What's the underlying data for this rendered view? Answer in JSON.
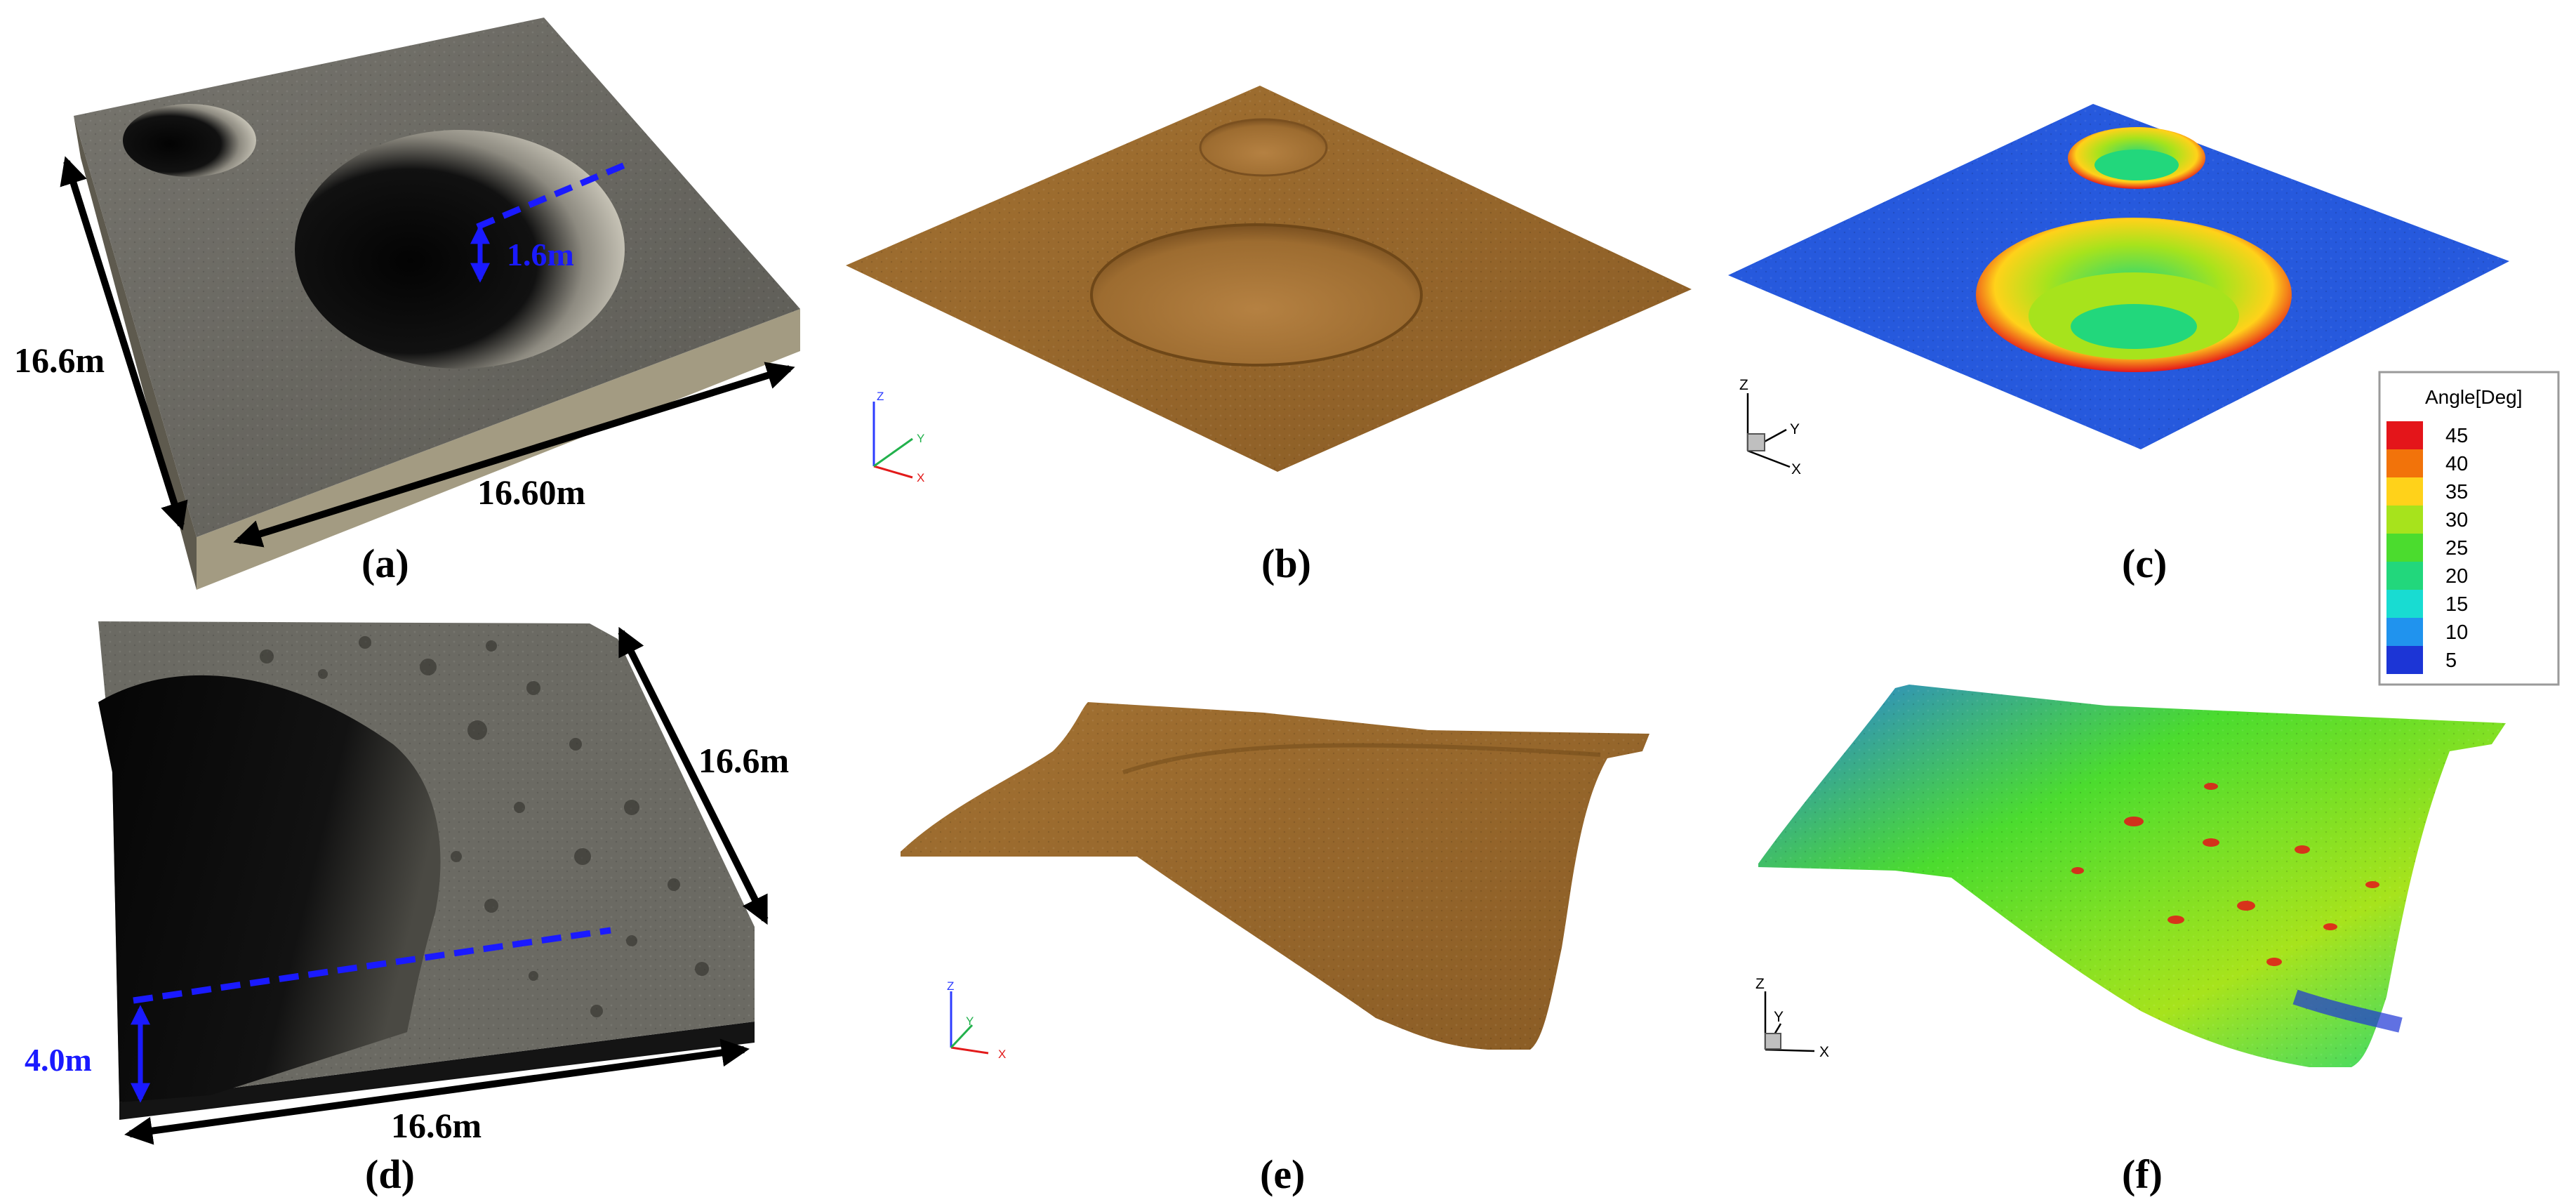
{
  "captions": {
    "a": "(a)",
    "b": "(b)",
    "c": "(c)",
    "d": "(d)",
    "e": "(e)",
    "f": "(f)"
  },
  "panel_a": {
    "side_length": "16.6m",
    "front_length": "16.60m",
    "crater_depth": "1.6m"
  },
  "panel_d": {
    "side_length": "16.6m",
    "front_length": "16.6m",
    "crater_depth": "4.0m"
  },
  "axis_triad": {
    "x": "X",
    "y": "Y",
    "z": "Z"
  },
  "legend": {
    "title": "Angle[Deg]",
    "levels": [
      {
        "label": "45",
        "color": "#e4151a"
      },
      {
        "label": "40",
        "color": "#f2730a"
      },
      {
        "label": "35",
        "color": "#ffd21a"
      },
      {
        "label": "30",
        "color": "#a7e31c"
      },
      {
        "label": "25",
        "color": "#4bdc2e"
      },
      {
        "label": "20",
        "color": "#22d77c"
      },
      {
        "label": "15",
        "color": "#18dcd2"
      },
      {
        "label": "10",
        "color": "#2093ee"
      },
      {
        "label": "5",
        "color": "#1c35d6"
      }
    ]
  },
  "colors": {
    "dimension_blue": "#1a1aff",
    "terrain_brown": "#9c6a2d",
    "regolith_gray": "#6f6d66"
  }
}
